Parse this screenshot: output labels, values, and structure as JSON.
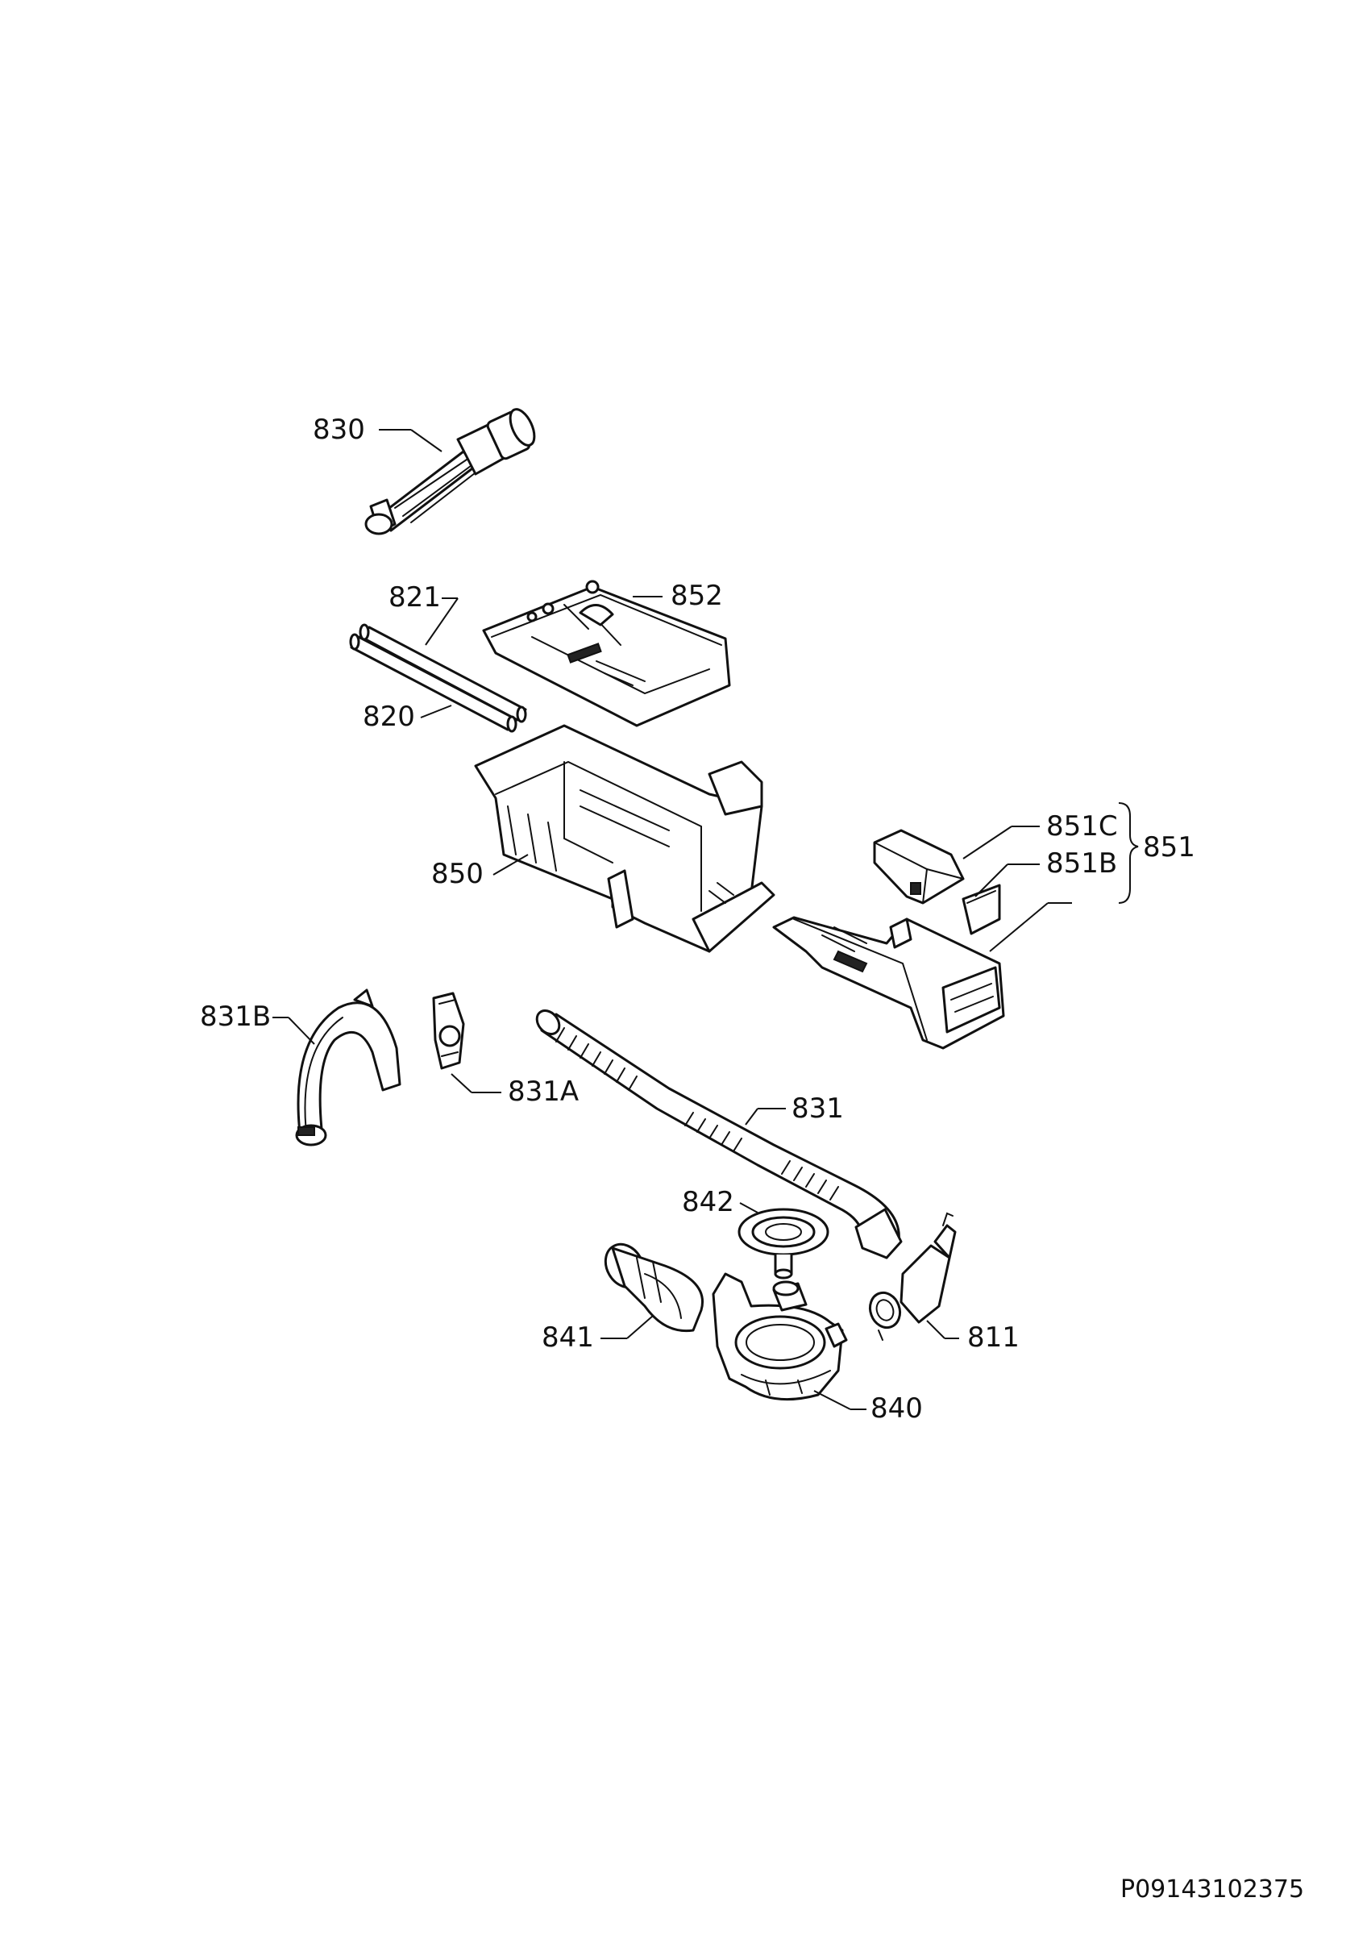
{
  "diagram": {
    "labels": {
      "p830": "830",
      "p821": "821",
      "p852": "852",
      "p820": "820",
      "p850": "850",
      "p851C": "851C",
      "p851B": "851B",
      "p851": "851",
      "p831B": "831B",
      "p831A": "831A",
      "p831": "831",
      "p842": "842",
      "p841": "841",
      "p811": "811",
      "p840": "840"
    },
    "drawing_code": "P09143102375"
  }
}
